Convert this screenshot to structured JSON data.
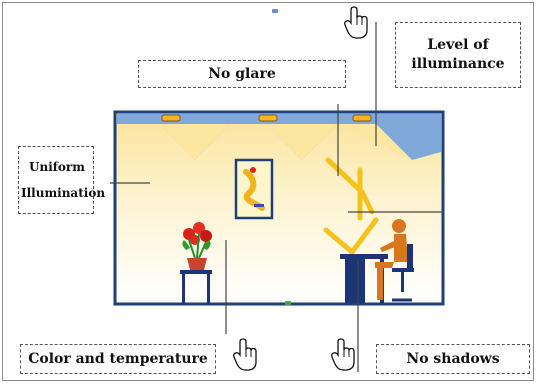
{
  "labels": {
    "no_glare": "No glare",
    "level_line1": "Level of",
    "level_line2": "illuminance",
    "uniform_line1": "Uniform",
    "uniform_line2": "Illumination",
    "color_temp": "Color and temperature",
    "no_shadows": "No shadows"
  },
  "icons": {
    "pointer": "hand-pointer-icon",
    "lamp": "ceiling-lamp-icon",
    "painting": "wall-painting-icon",
    "flower": "potted-flower-icon",
    "worker": "seated-worker-icon"
  },
  "colors": {
    "wall_border": "#1f3f78",
    "ceiling_blue": "#7fa9d9",
    "light_cone": "#fbe9a6",
    "light_beam": "#f5c21b",
    "worker": "#d8771e",
    "furniture": "#1c3576"
  }
}
